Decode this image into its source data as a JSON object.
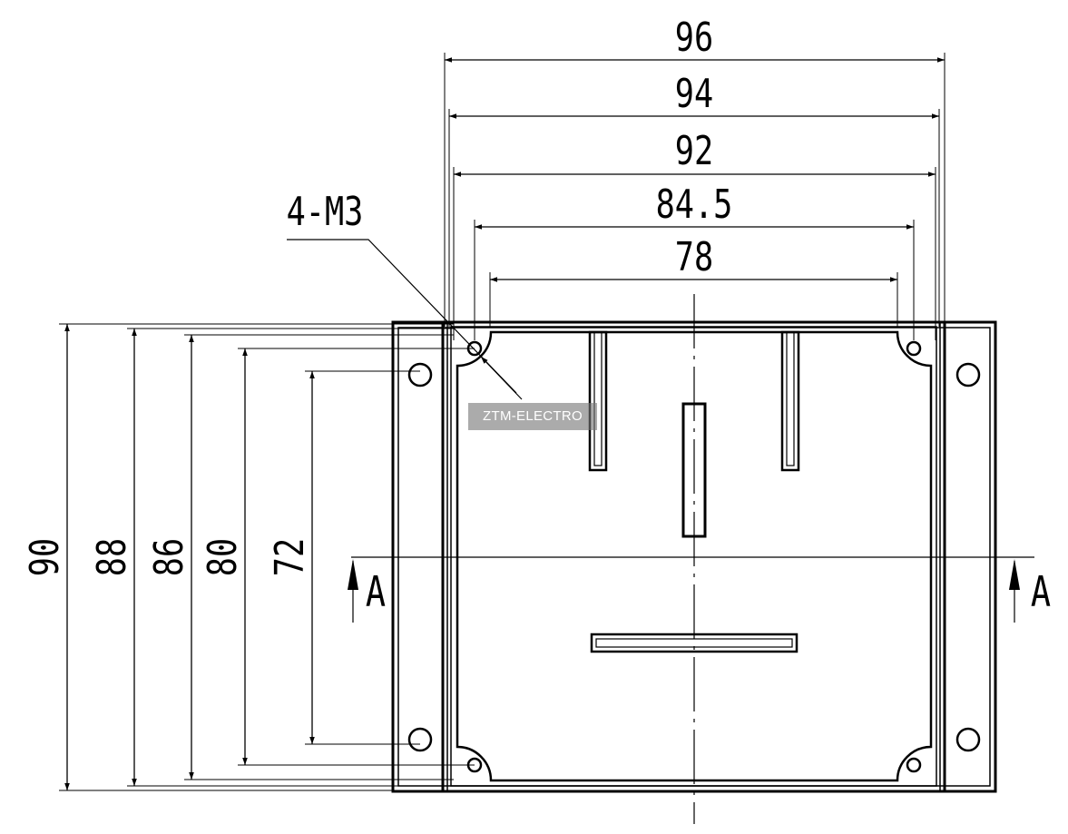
{
  "horizontal_dimensions": [
    {
      "label": "96"
    },
    {
      "label": "94"
    },
    {
      "label": "92"
    },
    {
      "label": "84.5"
    },
    {
      "label": "78"
    }
  ],
  "vertical_dimensions": [
    {
      "label": "90"
    },
    {
      "label": "88"
    },
    {
      "label": "86"
    },
    {
      "label": "80"
    },
    {
      "label": "72"
    }
  ],
  "hole_callout": "4-M3",
  "section_marker": "A",
  "watermark": "ZTM-ELECTRO"
}
